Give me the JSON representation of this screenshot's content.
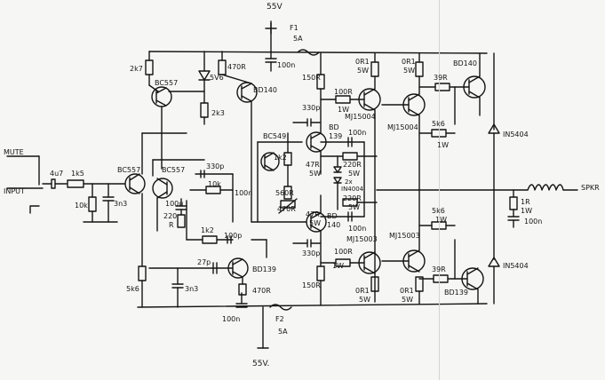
{
  "labels": {
    "supply_pos": "55V",
    "supply_neg": "55V.",
    "fuse1_name": "F1",
    "fuse1_rating": "5A",
    "fuse2_name": "F2",
    "fuse2_rating": "5A",
    "mute": "MUTE",
    "input": "INPUT",
    "speaker": "SPKR",
    "r_2k7": "2k7",
    "q_bc557_a": "BC557",
    "d_5v6": "5V6",
    "r_470r_top": "470R",
    "q_bd140_a": "BD140",
    "c_100n_top": "100n",
    "r_2k3": "2k3",
    "r_150r_top": "150R",
    "r_0r1_5w_a": "0R1",
    "r_0r1_5w_a_w": "5W",
    "r_0r1_5w_b": "0R1",
    "r_0r1_5w_b_w": "5W",
    "q_bd140_b": "BD140",
    "r_39r_top": "39R",
    "c_330p_a": "330p",
    "r_100r_top": "100R",
    "r_100r_top_w": "1W",
    "q_mj15004": "MJ15004",
    "q_mj15004_b": "MJ15004",
    "r_5k6_top": "5k6",
    "r_5k6_top_w": "1W",
    "d_in5404_top": "IN5404",
    "q_bc549": "BC549",
    "q_bd139_a": "BD",
    "q_bd139_a2": "139",
    "c_100n_mid": "100n",
    "r_1k2_a": "1k2",
    "r_47r_a": "47R",
    "r_47r_a_w": "5W",
    "r_220r_a": "220R",
    "r_220r_a_w": "5W",
    "d_1n4004": "2x",
    "d_1n4004_b": "IN4004",
    "r_220r_b": "220R",
    "r_220r_b_w": "5W",
    "r_560r": "560R",
    "r_470r_pot": "470R",
    "q_bd140_c": "BD",
    "q_bd140_c2": "140",
    "r_47r_b": "47R",
    "r_47r_b_w": "5W",
    "c_100n_mid2": "100n",
    "c_4u7": "4u7",
    "r_1k5": "1k5",
    "q_bc557_b": "BC557",
    "q_bc557_c": "BC557",
    "c_330p_b": "330p",
    "r_10k_in": "10k",
    "c_3n3_in": "3n3",
    "c_100u": "100u",
    "r_10k_fb": "10k",
    "c_100n_fb": "100n",
    "r_220r_c": "220",
    "r_220r_c2": "R",
    "r_1k2_b": "1k2",
    "c_100p": "100p",
    "r_1r_out": "1R",
    "r_1r_out_w": "1W",
    "c_100n_out": "100n",
    "r_5k6_bot": "5k6",
    "r_5k6_bot_w": "1W",
    "q_mj15003": "MJ15003",
    "q_mj15003_b": "MJ15003",
    "c_330p_c": "330p",
    "r_100r_bot": "100R",
    "r_100r_bot_w": "1W",
    "r_39r_bot": "39R",
    "d_in5404_bot": "IN5404",
    "c_27p": "27p",
    "q_bd139_b": "BD139",
    "q_bd139_c": "BD139",
    "r_5k6_left": "5k6",
    "c_3n3_b": "3n3",
    "r_470r_bot": "470R",
    "r_150r_bot": "150R",
    "r_0r1_5w_c": "0R1",
    "r_0r1_5w_c_w": "5W",
    "r_0r1_5w_d": "0R1",
    "r_0r1_5w_d_w": "5W",
    "c_100n_bot": "100n"
  }
}
